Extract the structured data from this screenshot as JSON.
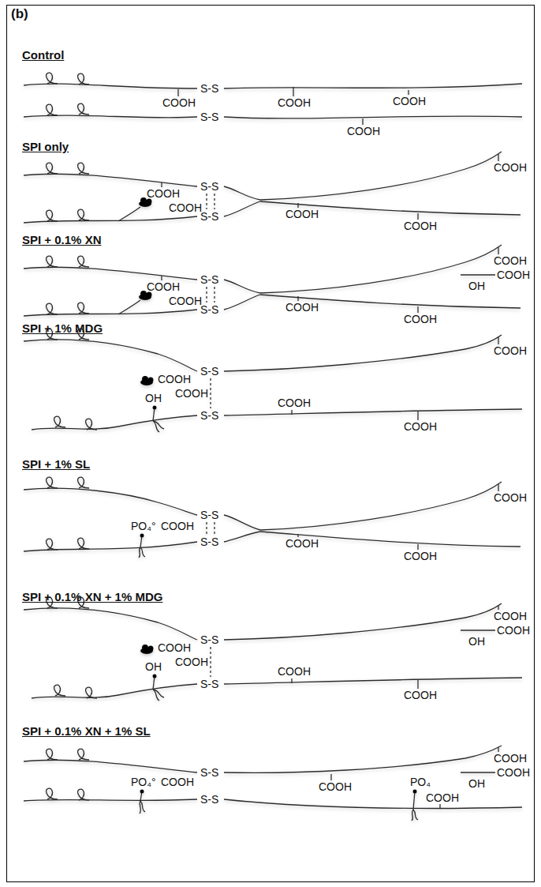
{
  "diagram": {
    "labels": [
      "(b)",
      "Control",
      "S-S",
      "COOH",
      "COOH",
      "COOH",
      "S-S",
      "COOH",
      "SPI only",
      "COOH",
      "S-S",
      "COOH",
      "S-S",
      "COOH",
      "COOH",
      "COOH",
      "SPI + 0.1% XN",
      "COOH",
      "S-S",
      "COOH",
      "S-S",
      "COOH",
      "COOH",
      "OH",
      "COOH",
      "COOH",
      "SPI + 1% MDG",
      "COOH",
      "S-S",
      "COOH",
      "OH",
      "COOH",
      "COOH",
      "S-S",
      "COOH",
      "SPI + 1% SL",
      "PO₄°",
      "COOH",
      "S-S",
      "S-S",
      "COOH",
      "COOH",
      "COOH",
      "SPI + 0.1% XN + 1% MDG",
      "COOH",
      "S-S",
      "COOH",
      "OH",
      "COOH",
      "COOH",
      "OH",
      "COOH",
      "S-S",
      "COOH",
      "SPI + 0.1% XN + 1% SL",
      "PO₄°",
      "COOH",
      "S-S",
      "COOH",
      "COOH",
      "COOH",
      "OH",
      "PO₄",
      "COOH",
      "S-S"
    ]
  }
}
